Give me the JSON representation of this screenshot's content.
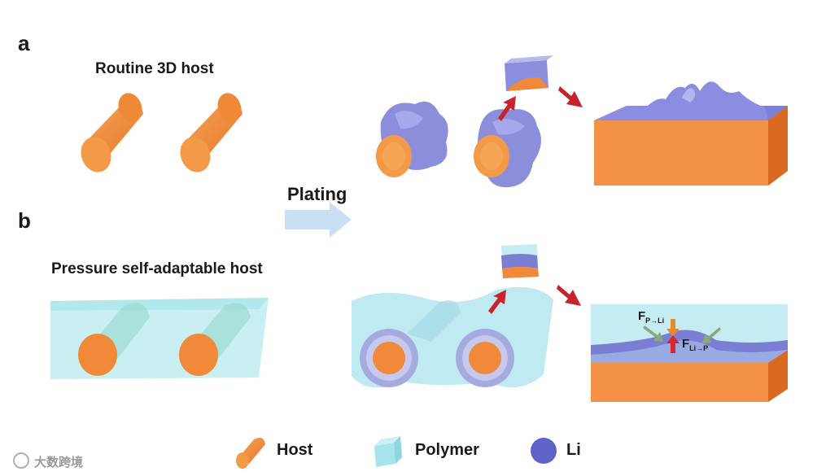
{
  "panels": {
    "a": {
      "label": "a",
      "title": "Routine 3D host"
    },
    "b": {
      "label": "b",
      "title": "Pressure self-adaptable host"
    }
  },
  "process": {
    "label": "Plating"
  },
  "forces": {
    "f1": {
      "main": "F",
      "sub": "P→Li"
    },
    "f2": {
      "main": "F",
      "sub": "Li→P"
    }
  },
  "legend": {
    "host": "Host",
    "polymer": "Polymer",
    "li": "Li"
  },
  "watermark": "大数跨境",
  "colors": {
    "host": "#f08a3a",
    "host_dark": "#d96a1f",
    "polymer": "#a8e4ee",
    "li": "#6b6fd0",
    "arrow_red": "#c8222a",
    "process_arrow": "#c9dff2"
  }
}
